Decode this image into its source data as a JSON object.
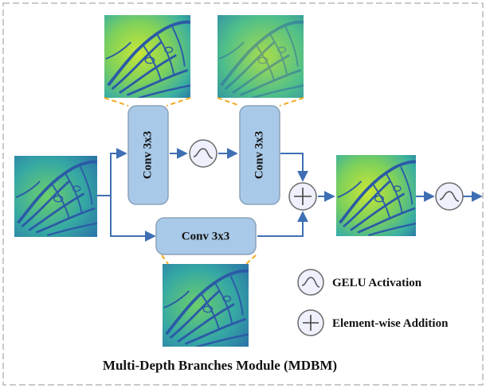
{
  "title": "Multi-Depth Branches Module (MDBM)",
  "blocks": {
    "conv_top_1": "Conv 3x3",
    "conv_top_2": "Conv 3x3",
    "conv_bottom": "Conv 3x3"
  },
  "legend": {
    "gelu": "GELU Activation",
    "addition": "Element-wise Addition"
  },
  "colors": {
    "border": "#b8b8b8",
    "conv_fill": "#a9c9e8",
    "conv_stroke": "#8aa2b8",
    "arrow": "#3e6fb3",
    "dash_connector": "#f2a91d",
    "op_fill": "#eef0fb",
    "op_stroke": "#6b6b6b",
    "map_dark": "#2b5aa6",
    "map_mid": "#3bb0a0",
    "map_light": "#c9e637"
  },
  "icons": {
    "gelu": "sine-wave-icon",
    "addition": "plus-icon"
  }
}
